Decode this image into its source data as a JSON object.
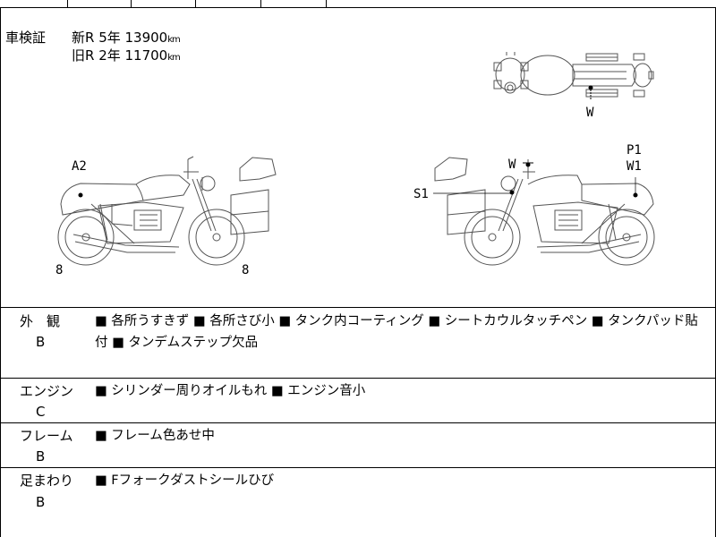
{
  "inspection": {
    "label": "車検証",
    "new_line": "新R  5年  13900",
    "old_line": "旧R  2年  11700",
    "km_unit": "km"
  },
  "diagram_marks": {
    "top_w": "W",
    "left_a2": "A2",
    "left_front_tire": "8",
    "left_rear_tire": "8",
    "right_w": "W",
    "right_s1": "S1",
    "right_p1": "P1",
    "right_w1": "W1"
  },
  "rows": [
    {
      "label": "外　観",
      "grade": "B",
      "notes": "■ 各所うすきず ■ 各所さび小 ■ タンク内コーティング ■ シートカウルタッチペン ■ タンクパッド貼付 ■ タンデムステップ欠品"
    },
    {
      "label": "エンジン",
      "grade": "C",
      "notes": "■ シリンダー周りオイルもれ ■ エンジン音小"
    },
    {
      "label": "フレーム",
      "grade": "B",
      "notes": "■ フレーム色あせ中"
    },
    {
      "label": "足まわり",
      "grade": "B",
      "notes": "■ Fフォークダストシールひび"
    }
  ]
}
